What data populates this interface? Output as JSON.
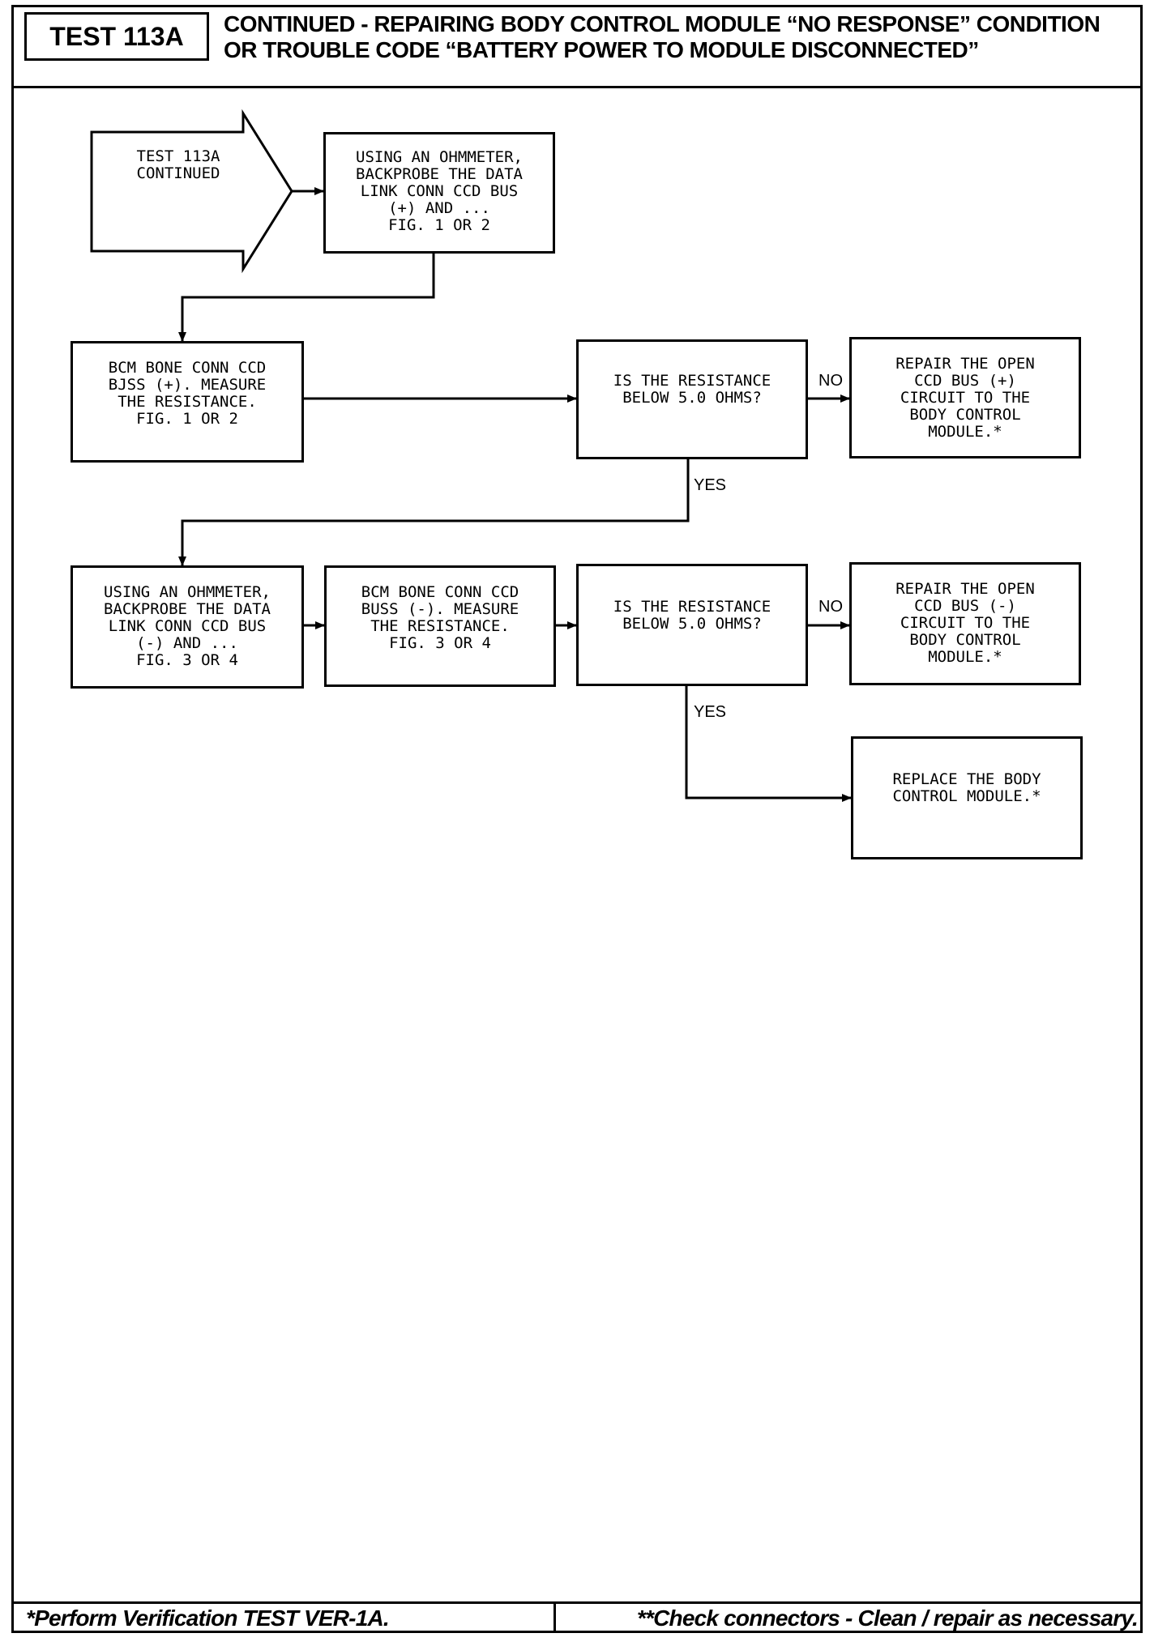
{
  "header": {
    "test_id": "TEST 113A",
    "title_line1": "CONTINUED - REPAIRING BODY CONTROL MODULE “NO RESPONSE” CONDITION",
    "title_line2": "OR TROUBLE CODE “BATTERY POWER TO MODULE DISCONNECTED”"
  },
  "flow": {
    "entry": "TEST 113A\nCONTINUED",
    "step1": "USING AN OHMMETER,\nBACKPROBE THE DATA\nLINK CONN CCD BUS\n(+) AND ...\nFIG. 1 OR 2",
    "step2": "BCM BONE CONN CCD\nBJSS (+). MEASURE\nTHE RESISTANCE.\nFIG. 1 OR 2",
    "decision1": "IS THE RESISTANCE\nBELOW 5.0 OHMS?",
    "no1_label": "NO",
    "repair1": "REPAIR THE OPEN\nCCD BUS (+)\nCIRCUIT TO THE\nBODY CONTROL\nMODULE.*",
    "yes1_label": "YES",
    "step3": "USING AN OHMMETER,\nBACKPROBE THE DATA\nLINK CONN CCD BUS\n(-) AND ...\nFIG. 3 OR 4",
    "step4": "BCM BONE CONN CCD\nBUSS (-). MEASURE\nTHE RESISTANCE.\nFIG. 3 OR 4",
    "decision2": "IS THE RESISTANCE\nBELOW 5.0 OHMS?",
    "no2_label": "NO",
    "repair2": "REPAIR THE OPEN\nCCD BUS (-)\nCIRCUIT TO THE\nBODY CONTROL\nMODULE.*",
    "yes2_label": "YES",
    "replace": "REPLACE THE BODY\nCONTROL MODULE.*"
  },
  "footer": {
    "left": "*Perform Verification TEST VER-1A.",
    "right": "**Check connectors - Clean / repair as necessary."
  }
}
